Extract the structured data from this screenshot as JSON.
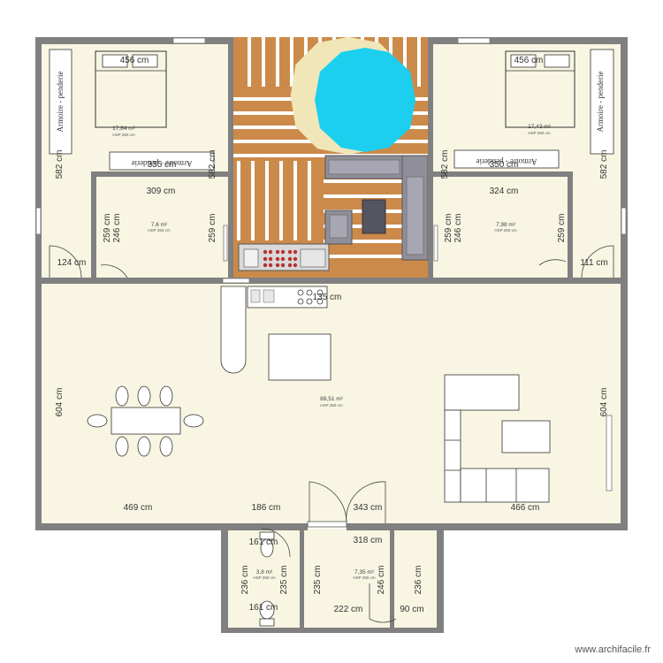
{
  "plan": {
    "floor_color": "#f8f6e3",
    "wall_color": "#808080",
    "deck_color": "#cc8a4a",
    "pool_color": "#1ccfef",
    "pool_border_color": "#f0e6b8",
    "watermark": "www.archifacile.fr"
  },
  "rooms": [
    {
      "key": "bedroom_left",
      "area": "17,84 m²",
      "hsp": "HSP 250 cm"
    },
    {
      "key": "bedroom_right",
      "area": "17,43 m²",
      "hsp": "HSP 250 cm"
    },
    {
      "key": "bath_left",
      "area": "7,6 m²",
      "hsp": "HSP 250 cm"
    },
    {
      "key": "bath_right",
      "area": "7,98 m²",
      "hsp": "HSP 250 cm"
    },
    {
      "key": "living",
      "area": "88,51 m²",
      "hsp": "HSP 250 cm"
    },
    {
      "key": "wc",
      "area": "3,8 m²",
      "hsp": "HSP 250 cm"
    },
    {
      "key": "laundry",
      "area": "7,35 m²",
      "hsp": "HSP 250 cm"
    }
  ],
  "closets": {
    "left_vertical": "Armoire - penderie",
    "right_vertical": "Armoire - penderie",
    "left_horizontal": "Armoire - penderie",
    "right_horizontal": "Armoire - penderie"
  },
  "dimensions": {
    "bed_left": "456 cm",
    "bed_right": "456 cm",
    "left_wall_582": "582 cm",
    "left_inner_582": "582 cm",
    "right_inner_582": "582 cm",
    "right_wall_582": "582 cm",
    "top_335": "335 cm",
    "top_350": "350 cm",
    "bath_l_309": "309 cm",
    "bath_r_324": "324 cm",
    "bath_l_259a": "259 cm",
    "bath_l_246": "246 cm",
    "bath_l_259b": "259 cm",
    "bath_r_259a": "259 cm",
    "bath_r_246": "246 cm",
    "bath_r_259b": "259 cm",
    "left_124": "124 cm",
    "right_111": "111 cm",
    "kitchen_135": "135 cm",
    "left_604": "604 cm",
    "right_604": "604 cm",
    "bot_469": "469 cm",
    "bot_186": "186 cm",
    "bot_343": "343 cm",
    "bot_466": "466 cm",
    "wc_161_top": "161 cm",
    "wc_161_bot": "161 cm",
    "wc_236": "236 cm",
    "wc_235": "235 cm",
    "lau_318": "318 cm",
    "lau_235": "235 cm",
    "lau_246": "246 cm",
    "lau_236": "236 cm",
    "lau_222": "222 cm",
    "lau_90": "90 cm"
  }
}
